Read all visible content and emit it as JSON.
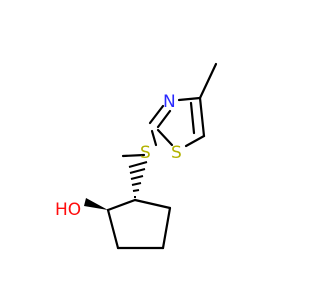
{
  "molecule": {
    "atoms": [
      {
        "id": "S1",
        "label": "S"
      },
      {
        "id": "N1",
        "label": "N"
      },
      {
        "id": "S2",
        "label": "S"
      },
      {
        "id": "O1",
        "label": "HO"
      }
    ]
  },
  "colors": {
    "bond": "#000000",
    "sulfur": "#b2b200",
    "nitrogen": "#2a2aff",
    "oxygen": "#ff0d0d"
  }
}
